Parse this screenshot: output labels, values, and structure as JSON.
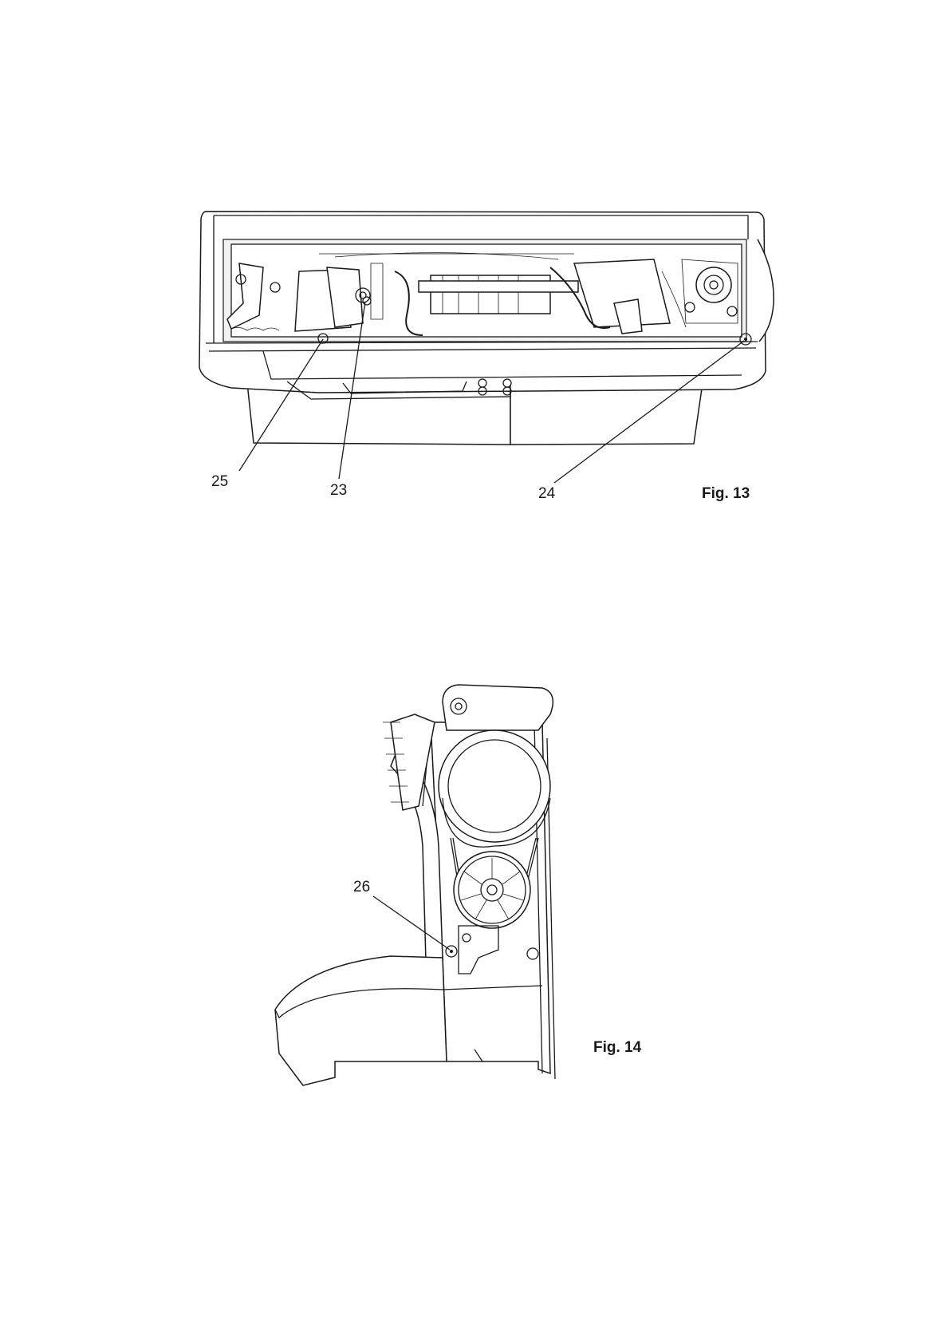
{
  "figure13": {
    "caption": "Fig. 13",
    "callouts": [
      {
        "id": "25",
        "text": "25"
      },
      {
        "id": "23",
        "text": "23"
      },
      {
        "id": "24",
        "text": "24"
      }
    ]
  },
  "figure14": {
    "caption": "Fig. 14",
    "callouts": [
      {
        "id": "26",
        "text": "26"
      }
    ]
  }
}
